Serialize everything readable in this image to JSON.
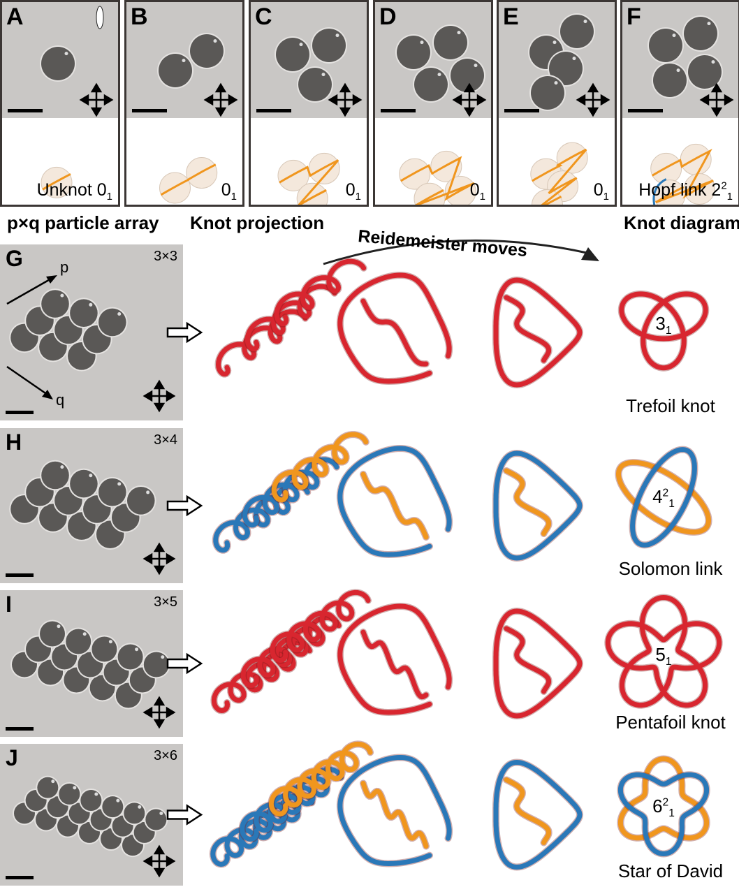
{
  "top_panels": [
    {
      "label": "A",
      "caption": "Unknot 0",
      "sub": "1",
      "sup": "",
      "particles": 1
    },
    {
      "label": "B",
      "caption": "0",
      "sub": "1",
      "sup": "",
      "particles": 2
    },
    {
      "label": "C",
      "caption": "0",
      "sub": "1",
      "sup": "",
      "particles": 3
    },
    {
      "label": "D",
      "caption": "0",
      "sub": "1",
      "sup": "",
      "particles": 4
    },
    {
      "label": "E",
      "caption": "0",
      "sub": "1",
      "sup": "",
      "particles": 4
    },
    {
      "label": "F",
      "caption": "Hopf link 2",
      "sub": "1",
      "sup": "2",
      "particles": 4
    }
  ],
  "headers": {
    "array": "p×q particle array",
    "projection": "Knot projection",
    "moves": "Reidemeister moves",
    "diagram": "Knot diagram"
  },
  "axis_labels": {
    "p": "p",
    "q": "q"
  },
  "colors": {
    "red": "#d8262f",
    "blue": "#2a78b8",
    "orange": "#f0961e",
    "gray_photo": "#c9c7c5"
  },
  "rows": [
    {
      "label": "G",
      "size": "3×3",
      "q": 3,
      "name": "Trefoil knot",
      "num": "3",
      "sub": "1",
      "sup": "",
      "kind": "trefoil",
      "colors": [
        "red",
        "red",
        "red"
      ]
    },
    {
      "label": "H",
      "size": "3×4",
      "q": 4,
      "name": "Solomon link",
      "num": "4",
      "sub": "1",
      "sup": "2",
      "kind": "solomon",
      "colors": [
        "orange",
        "blue",
        "blue"
      ]
    },
    {
      "label": "I",
      "size": "3×5",
      "q": 5,
      "name": "Pentafoil knot",
      "num": "5",
      "sub": "1",
      "sup": "",
      "kind": "pentafoil",
      "colors": [
        "red",
        "red",
        "red"
      ]
    },
    {
      "label": "J",
      "size": "3×6",
      "q": 6,
      "name": "Star of David",
      "num": "6",
      "sub": "1",
      "sup": "2",
      "kind": "david",
      "colors": [
        "orange",
        "blue",
        "blue"
      ]
    }
  ]
}
